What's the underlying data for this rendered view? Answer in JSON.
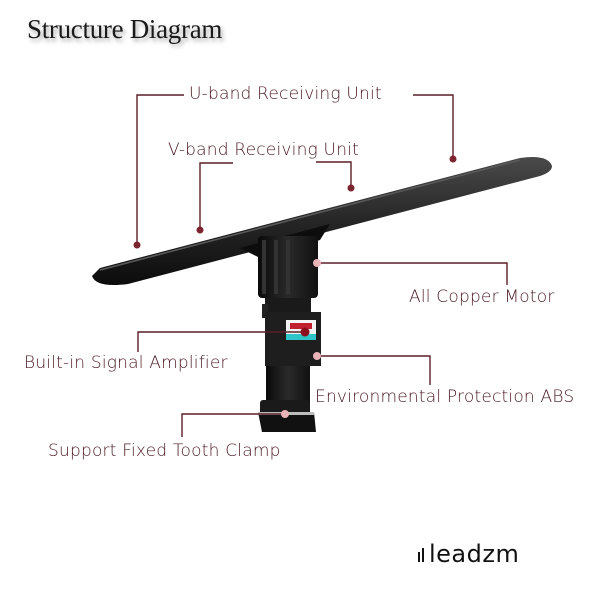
{
  "title": "Structure Diagram",
  "labels": {
    "u_band": "U-band Receiving Unit",
    "v_band": "V-band Receiving Unit",
    "motor": "All Copper Motor",
    "amplifier": "Built-in Signal Amplifier",
    "abs": "Environmental Protection ABS",
    "clamp": "Support Fixed Tooth Clamp"
  },
  "brand": "leadzm",
  "colors": {
    "label_text": "#4a1a22",
    "leader_line": "#5a1e28",
    "dot_dark": "#7a2530",
    "dot_light": "#e8b4b8",
    "antenna_body": "#1c1c1c",
    "amplifier_band": "#2ec4c8"
  }
}
